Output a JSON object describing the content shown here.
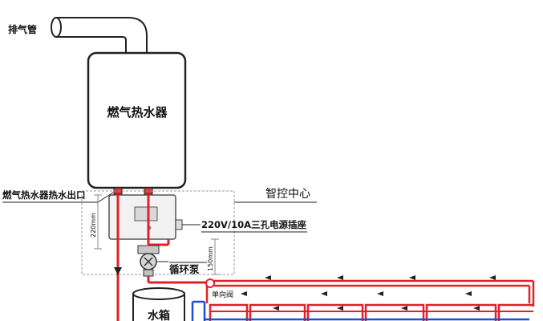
{
  "labels": {
    "exhaust_pipe": "排气管",
    "water_heater": "燃气热水器",
    "heater_outlet": "燃气热水器热水出口",
    "smart_center": "智控中心",
    "power_socket": "220V/10A三孔电源插座",
    "pump": "循环泵",
    "check_valve": "单向阀",
    "tank": "水箱",
    "dim_220": "220mm",
    "dim_150": "150mm"
  },
  "colors": {
    "supply_pipe": "#e0202a",
    "return_pipe": "#1f4fd0",
    "outline": "#222222",
    "dimension": "#888888"
  }
}
